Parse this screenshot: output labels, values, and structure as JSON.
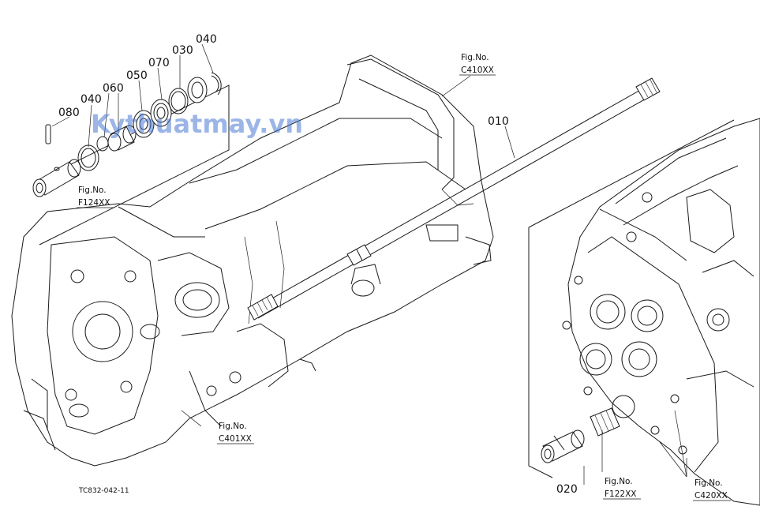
{
  "watermark": "Kythuatmay.vn",
  "part_numbers": {
    "p010": "010",
    "p020": "020",
    "p030": "030",
    "p040a": "040",
    "p040b": "040",
    "p050": "050",
    "p060": "060",
    "p070": "070",
    "p080": "080"
  },
  "fig_refs": {
    "c410": {
      "line1": "Fig.No.",
      "line2": "C410XX"
    },
    "f124": {
      "line1": "Fig.No.",
      "line2": "F124XX"
    },
    "c401": {
      "line1": "Fig.No.",
      "line2": "C401XX"
    },
    "f122": {
      "line1": "Fig.No.",
      "line2": "F122XX"
    },
    "c420": {
      "line1": "Fig.No.",
      "line2": "C420XX"
    }
  },
  "drawing_code": "TC832-042-11"
}
